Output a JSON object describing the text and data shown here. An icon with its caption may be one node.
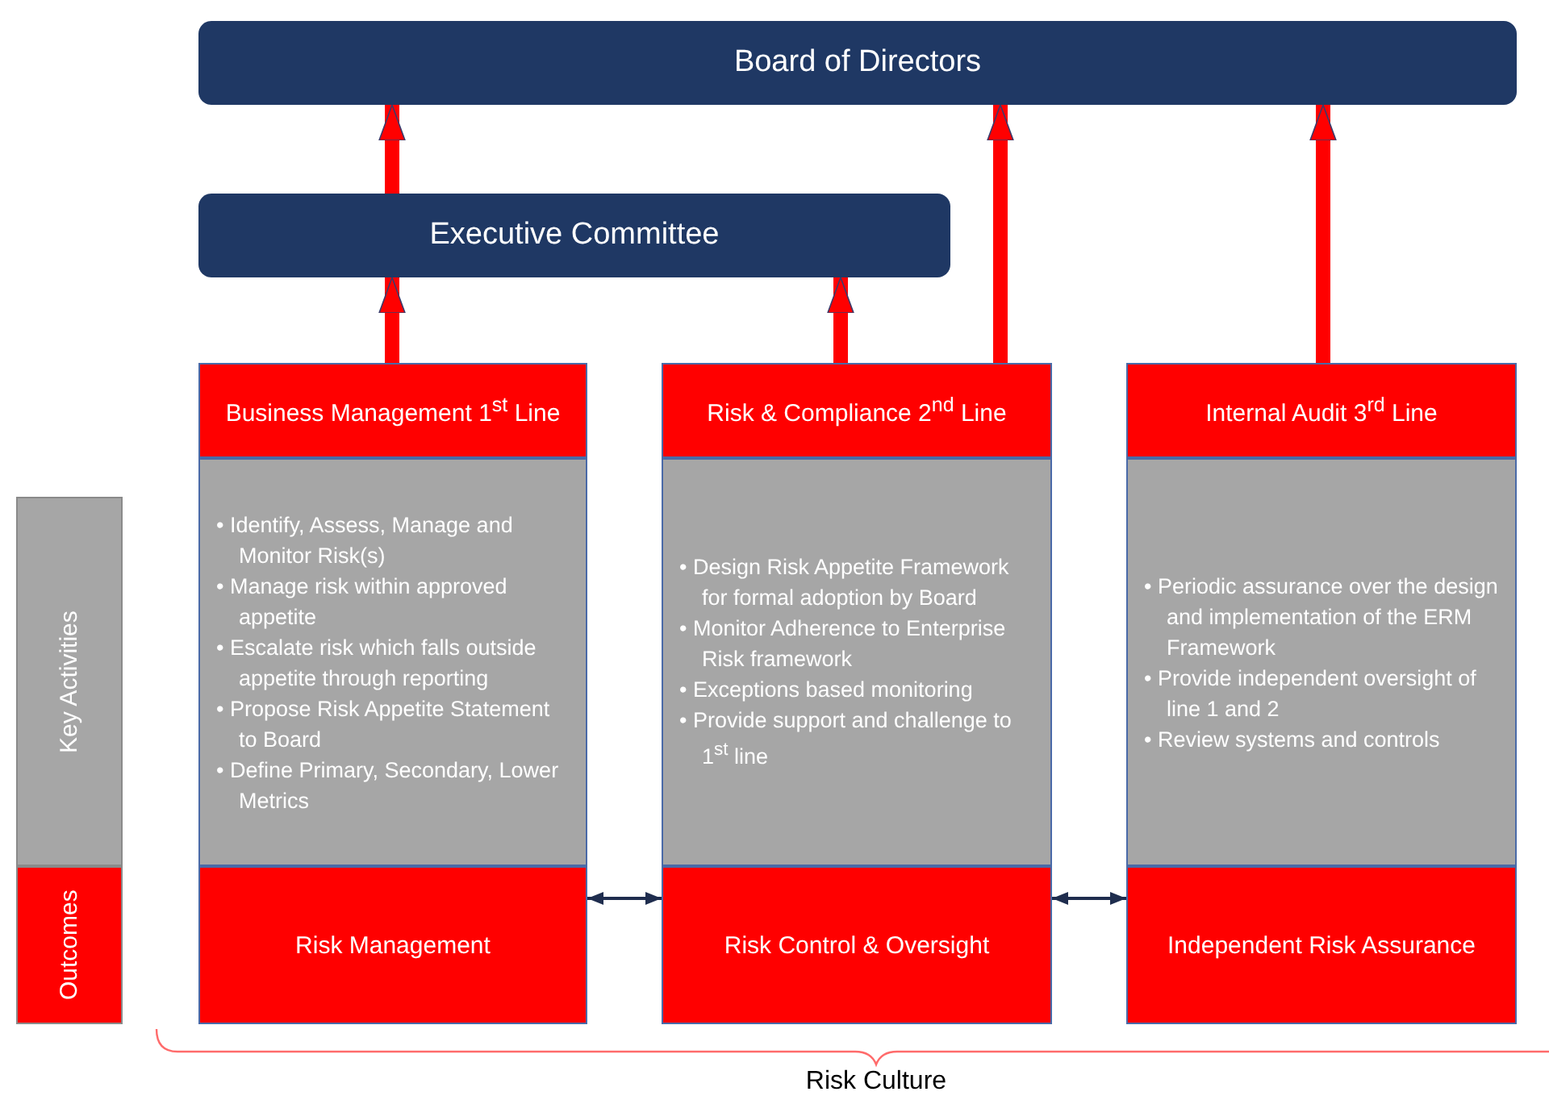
{
  "diagram": {
    "nodes": [
      {
        "text": [
          "Board of Directors"
        ]
      },
      {
        "text": [
          "Executive Committee"
        ]
      },
      {
        "text": [
          "Business Management 1$^{st}$ Line"
        ]
      },
      {
        "text": [
          "• Identify, Assess, Manage and Monitor Risk(s)",
          "• Manage risk within approved appetite",
          "• Escalate risk which falls outside appetite through reporting",
          "• Propose Risk Appetite Statement to Board",
          "• Define Primary, Secondary, Lower Metrics"
        ]
      },
      {
        "text": [
          "Risk Management"
        ]
      },
      {
        "text": [
          "Risk & Compliance 2$^{nd}$ Line"
        ]
      },
      {
        "text": [
          "• Design Risk Appetite Framework for formal adoption by Board",
          "• Monitor Adherence to Enterprise Risk framework",
          "• Exceptions based monitoring",
          "• Provide support and challenge to 1$^{st}$ line"
        ]
      },
      {
        "text": [
          "Risk Control & Oversight"
        ]
      },
      {
        "text": [
          "Internal Audit 3$^{rd}$ Line"
        ]
      },
      {
        "text": [
          "• Periodic assurance over the design and implementation of the ERM Framework",
          "• Provide independent oversight of line 1 and 2",
          "• Review systems and controls"
        ]
      },
      {
        "text": [
          "Independent Risk Assurance"
        ]
      },
      {
        "text": [
          "Key Activities"
        ]
      },
      {
        "text": [
          "Outcomes"
        ]
      }
    ],
    "edges": [
      {
        "from": 1,
        "to": 0,
        "arrow": "to"
      },
      {
        "from": 2,
        "to": 1,
        "arrow": "to"
      },
      {
        "from": 5,
        "to": 1,
        "arrow": "to"
      },
      {
        "from": 5,
        "to": 0,
        "arrow": "to"
      },
      {
        "from": 8,
        "to": 0,
        "arrow": "to"
      },
      {
        "from": 4,
        "to": 7,
        "arrow": "both",
        "color": "#1f2d4e"
      },
      {
        "from": 7,
        "to": 10,
        "arrow": "both",
        "color": "#1f2d4e"
      }
    ],
    "labels": [
      "Risk Culture"
    ]
  }
}
